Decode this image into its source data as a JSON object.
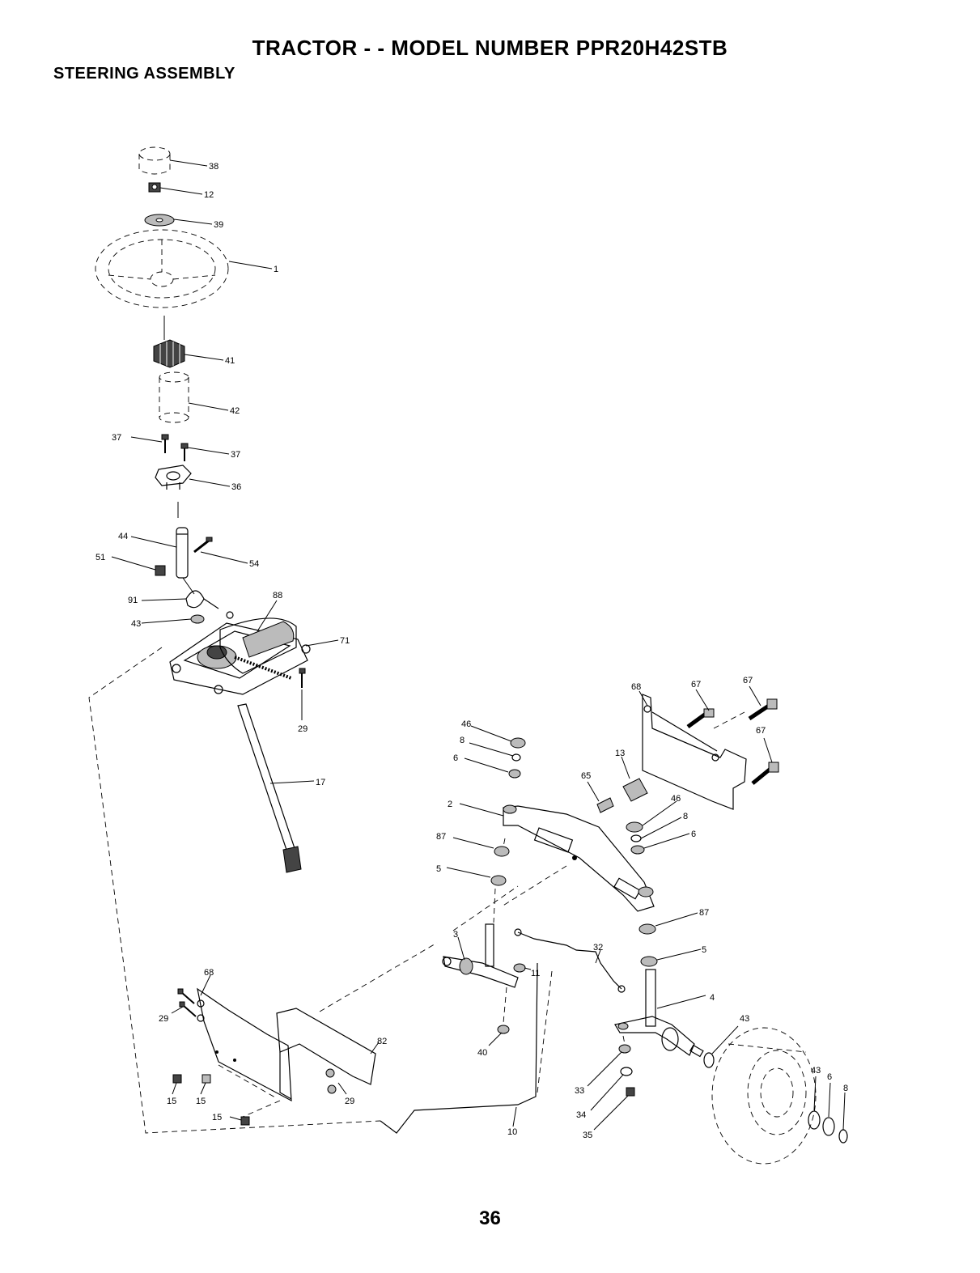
{
  "header": {
    "title": "TRACTOR - - MODEL NUMBER PPR20H42STB",
    "section": "STEERING ASSEMBLY"
  },
  "footer": {
    "page_number": "36"
  },
  "callouts": [
    "38",
    "12",
    "39",
    "1",
    "41",
    "42",
    "37",
    "37",
    "36",
    "44",
    "51",
    "54",
    "91",
    "88",
    "43",
    "71",
    "29",
    "17",
    "68",
    "67",
    "67",
    "67",
    "46",
    "8",
    "6",
    "13",
    "65",
    "46",
    "8",
    "6",
    "2",
    "87",
    "5",
    "87",
    "5",
    "3",
    "32",
    "11",
    "4",
    "43",
    "68",
    "29",
    "82",
    "40",
    "15",
    "15",
    "15",
    "29",
    "33",
    "34",
    "35",
    "10",
    "43",
    "6",
    "8"
  ]
}
